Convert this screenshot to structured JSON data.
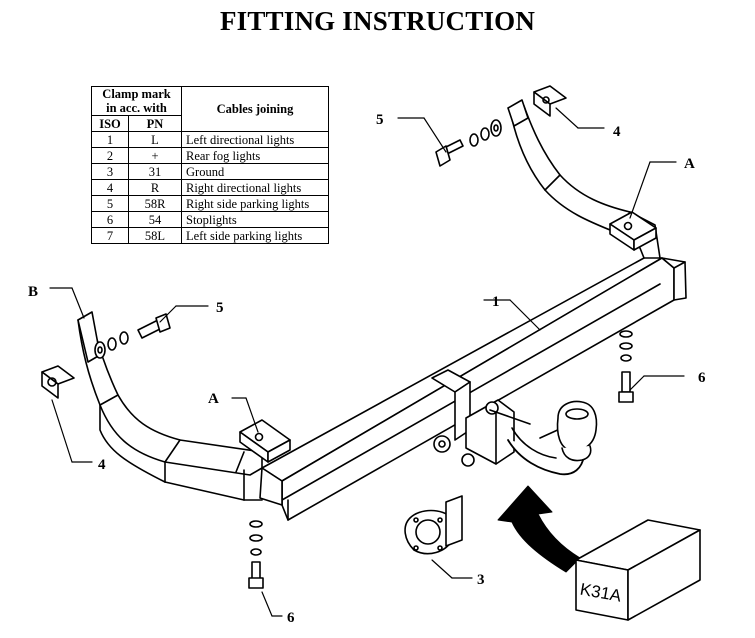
{
  "title": "FITTING INSTRUCTION",
  "table": {
    "header_clamp": "Clamp mark in acc. with",
    "header_cables": "Cables joining",
    "sub_iso": "ISO",
    "sub_pn": "PN",
    "rows": [
      {
        "iso": "1",
        "pn": "L",
        "cable": "Left directional lights"
      },
      {
        "iso": "2",
        "pn": "+",
        "cable": "Rear fog lights"
      },
      {
        "iso": "3",
        "pn": "31",
        "cable": "Ground"
      },
      {
        "iso": "4",
        "pn": "R",
        "cable": "Right directional lights"
      },
      {
        "iso": "5",
        "pn": "58R",
        "cable": "Right side parking lights"
      },
      {
        "iso": "6",
        "pn": "54",
        "cable": "Stoplights"
      },
      {
        "iso": "7",
        "pn": "58L",
        "cable": "Left side parking lights"
      }
    ]
  },
  "labels": {
    "part_1": "1",
    "part_3": "3",
    "part_4_top": "4",
    "part_4_left": "4",
    "part_5_top": "5",
    "part_5_left": "5",
    "part_6_right": "6",
    "part_6_bottom": "6",
    "point_a_right": "A",
    "point_a_left": "A",
    "point_b": "B"
  },
  "box_code": "K31A"
}
